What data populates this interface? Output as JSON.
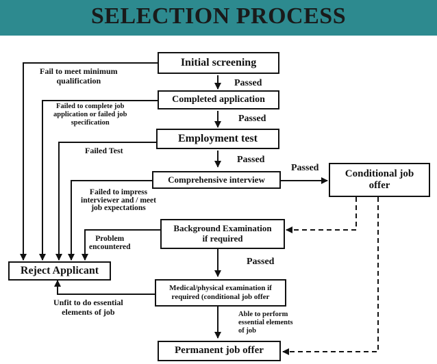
{
  "title": "SELECTION PROCESS",
  "nodes": {
    "initial_screening": "Initial screening",
    "completed_application": "Completed application",
    "employment_test": "Employment test",
    "comprehensive_interview": "Comprehensive interview",
    "conditional_offer_1": "Conditional job",
    "conditional_offer_2": "offer",
    "background_1": "Background Examination",
    "background_2": "if required",
    "reject_applicant": "Reject Applicant",
    "medical_1": "Medical/physical examination if",
    "medical_2": "required (conditional job offer",
    "permanent_offer": "Permanent job offer"
  },
  "labels": {
    "passed": "Passed",
    "fail_min_1": "Fail to meet minimum",
    "fail_min_2": "qualification",
    "failed_app_1": "Failed to complete job",
    "failed_app_2": "application or failed job",
    "failed_app_3": "specification",
    "failed_test": "Failed Test",
    "failed_impress_1": "Failed to impress",
    "failed_impress_2": "interviewer and / meet",
    "failed_impress_3": "job expectations",
    "problem_1": "Problem",
    "problem_2": "encountered",
    "unfit_1": "Unfit to do essential",
    "unfit_2": "elements of job",
    "able_1": "Able to perform",
    "able_2": "essential elements",
    "able_3": "of job"
  }
}
